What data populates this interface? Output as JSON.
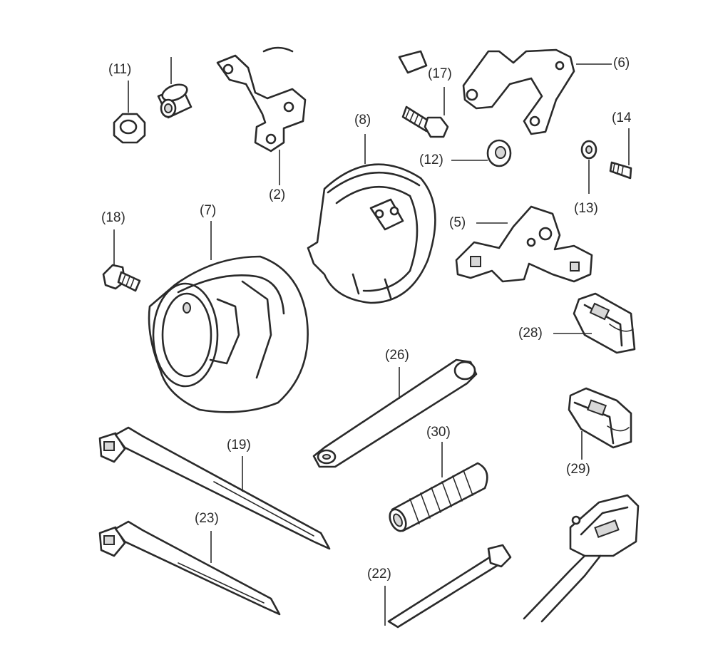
{
  "labels": {
    "p11": "(11)",
    "p17": "(17)",
    "p6": "(6)",
    "p14": "(14",
    "p8": "(8)",
    "p12": "(12)",
    "p2": "(2)",
    "p13": "(13)",
    "p18": "(18)",
    "p7": "(7)",
    "p5": "(5)",
    "p28": "(28)",
    "p26": "(26)",
    "p30": "(30)",
    "p19": "(19)",
    "p29": "(29)",
    "p23": "(23)",
    "p22": "(22)"
  }
}
